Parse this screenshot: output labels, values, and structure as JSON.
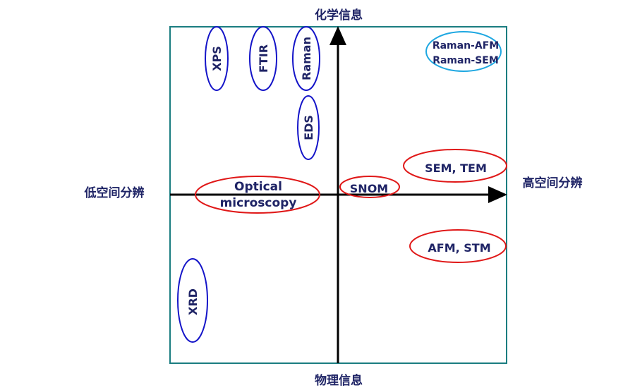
{
  "axes": {
    "top": "化学信息",
    "bottom": "物理信息",
    "left": "低空间分辨",
    "right": "高空间分辨"
  },
  "techniques": {
    "xps": "XPS",
    "ftir": "FTIR",
    "raman": "Raman",
    "eds": "EDS",
    "xrd": "XRD",
    "raman_afm": "Raman-AFM",
    "raman_sem": "Raman-SEM",
    "sem_tem": "SEM, TEM",
    "optical_1": "Optical",
    "optical_2": "microscopy",
    "snom": "SNOM",
    "afm_stm": "AFM, STM"
  },
  "colors": {
    "frame": "#1a7d80",
    "blue": "#1414c8",
    "red": "#e01818",
    "cyan": "#1ea7e1",
    "text": "#1f2466"
  }
}
